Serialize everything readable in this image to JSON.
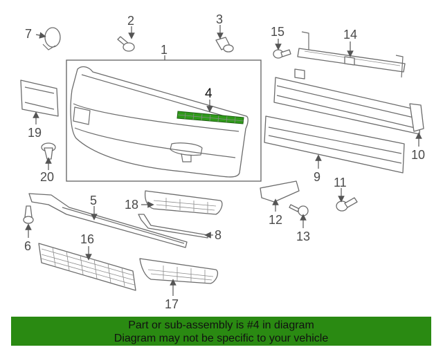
{
  "callouts": {
    "p1": "1",
    "p2": "2",
    "p3": "3",
    "p4": "4",
    "p5": "5",
    "p6": "6",
    "p7": "7",
    "p8": "8",
    "p9": "9",
    "p10": "10",
    "p11": "11",
    "p12": "12",
    "p13": "13",
    "p14": "14",
    "p15": "15",
    "p16": "16",
    "p17": "17",
    "p18": "18",
    "p19": "19",
    "p20": "20"
  },
  "banner": {
    "line1": "Part or sub-assembly is #4 in diagram",
    "line2": "Diagram may not be specific to your vehicle"
  },
  "colors": {
    "banner_bg": "#2a8a12",
    "highlight_part": "#2f9a1a",
    "line_art": "#6b6b6b"
  }
}
